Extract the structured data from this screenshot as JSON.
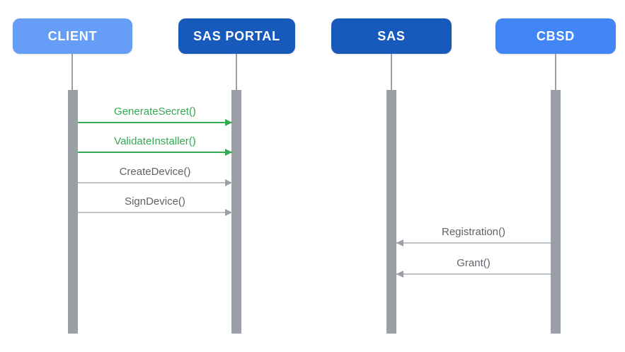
{
  "diagram": {
    "type": "sequence",
    "background": "#ffffff",
    "lifeline_color": "#9AA0A6",
    "activation_bar_color": "#9AA0A6",
    "actors": [
      {
        "id": "client",
        "label": "CLIENT",
        "color": "#669DF6",
        "text_color": "#ffffff"
      },
      {
        "id": "sas-portal",
        "label": "SAS PORTAL",
        "color": "#185ABC",
        "text_color": "#ffffff"
      },
      {
        "id": "sas",
        "label": "SAS",
        "color": "#185ABC",
        "text_color": "#ffffff"
      },
      {
        "id": "cbsd",
        "label": "CBSD",
        "color": "#4285F4",
        "text_color": "#ffffff"
      }
    ],
    "messages": [
      {
        "label": "GenerateSecret()",
        "from": "client",
        "to": "sas-portal",
        "direction": "right",
        "text_color": "#34A853",
        "line_color": "#34A853",
        "arrow_color": "#34A853"
      },
      {
        "label": "ValidateInstaller()",
        "from": "client",
        "to": "sas-portal",
        "direction": "right",
        "text_color": "#34A853",
        "line_color": "#34A853",
        "arrow_color": "#34A853"
      },
      {
        "label": "CreateDevice()",
        "from": "client",
        "to": "sas-portal",
        "direction": "right",
        "text_color": "#5F6368",
        "line_color": "#BDC1C6",
        "arrow_color": "#9AA0A6"
      },
      {
        "label": "SignDevice()",
        "from": "client",
        "to": "sas-portal",
        "direction": "right",
        "text_color": "#5F6368",
        "line_color": "#BDC1C6",
        "arrow_color": "#9AA0A6"
      },
      {
        "label": "Registration()",
        "from": "cbsd",
        "to": "sas",
        "direction": "left",
        "text_color": "#5F6368",
        "line_color": "#BDC1C6",
        "arrow_color": "#9AA0A6"
      },
      {
        "label": "Grant()",
        "from": "cbsd",
        "to": "sas",
        "direction": "left",
        "text_color": "#5F6368",
        "line_color": "#BDC1C6",
        "arrow_color": "#9AA0A6"
      }
    ]
  }
}
